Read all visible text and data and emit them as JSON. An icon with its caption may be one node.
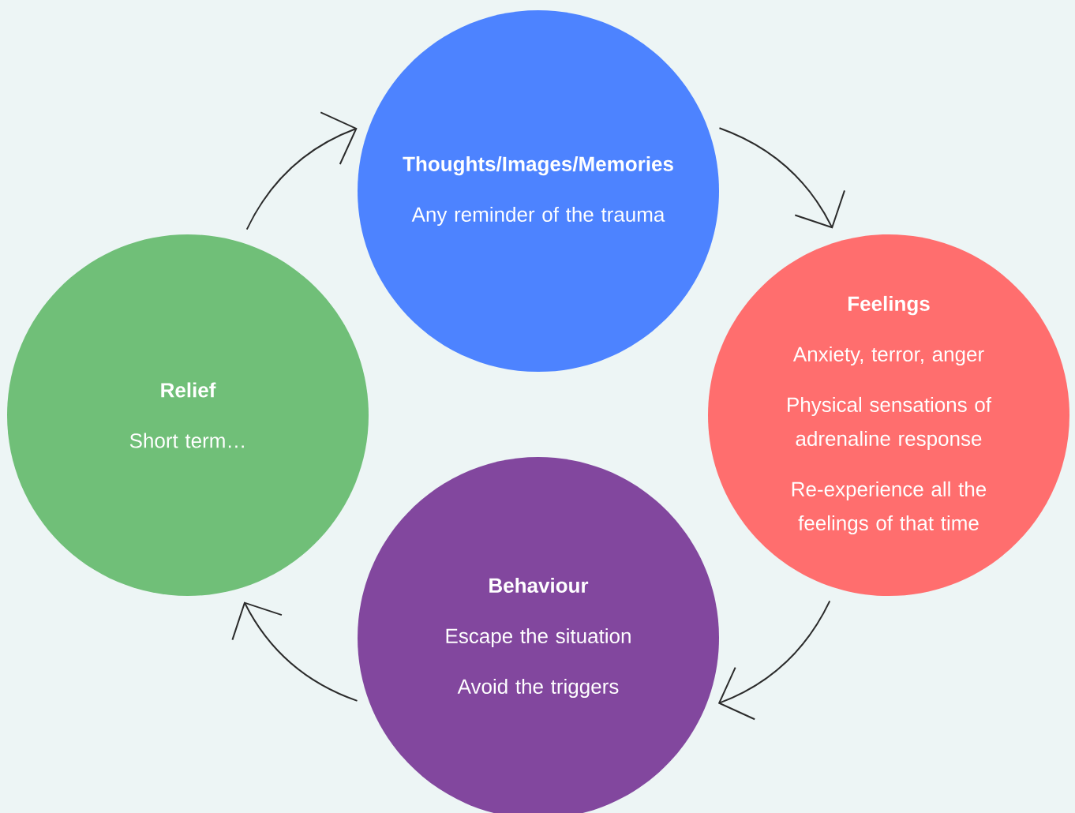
{
  "diagram": {
    "nodes": [
      {
        "text": [
          "Thoughts/Images/Memories",
          "Any reminder of the trauma"
        ]
      },
      {
        "text": [
          "Feelings",
          "Anxiety, terror, anger",
          "Physical sensations of adrenaline response",
          "Re-experience all the feelings of that time"
        ]
      },
      {
        "text": [
          "Behaviour",
          "Escape the situation",
          "Avoid the triggers"
        ]
      },
      {
        "text": [
          "Relief",
          "Short term…"
        ]
      }
    ],
    "edges": [
      {
        "from": 0,
        "to": 1,
        "arrow": "to"
      },
      {
        "from": 1,
        "to": 2,
        "arrow": "to"
      },
      {
        "from": 2,
        "to": 3,
        "arrow": "to"
      },
      {
        "from": 3,
        "to": 0,
        "arrow": "to"
      }
    ]
  }
}
